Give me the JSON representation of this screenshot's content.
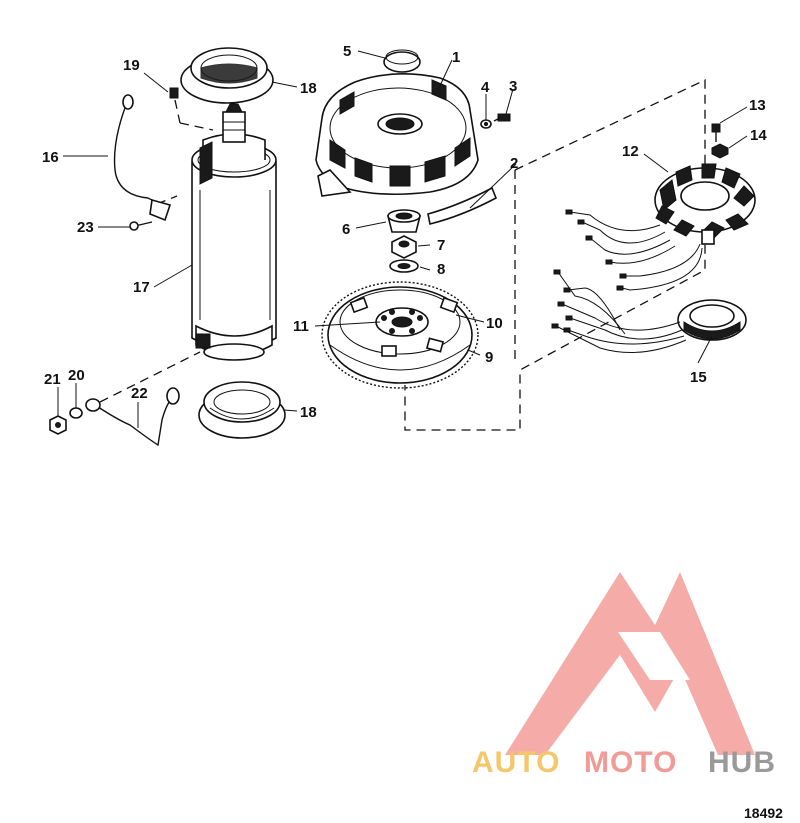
{
  "figure_number": "18492",
  "watermark": {
    "text_part1": "AUTO",
    "text_part2": "MOTO",
    "text_part3": "HUB",
    "color_part1": "#f5c76b",
    "color_part2": "#f29a96",
    "color_part3": "#9a9a9a",
    "logo_color": "#f4a3a0"
  },
  "callouts": [
    {
      "id": "c1",
      "label": "1"
    },
    {
      "id": "c2",
      "label": "2"
    },
    {
      "id": "c3",
      "label": "3"
    },
    {
      "id": "c4",
      "label": "4"
    },
    {
      "id": "c5",
      "label": "5"
    },
    {
      "id": "c6",
      "label": "6"
    },
    {
      "id": "c7",
      "label": "7"
    },
    {
      "id": "c8",
      "label": "8"
    },
    {
      "id": "c9",
      "label": "9"
    },
    {
      "id": "c10",
      "label": "10"
    },
    {
      "id": "c11",
      "label": "11"
    },
    {
      "id": "c12",
      "label": "12"
    },
    {
      "id": "c13",
      "label": "13"
    },
    {
      "id": "c14",
      "label": "14"
    },
    {
      "id": "c15",
      "label": "15"
    },
    {
      "id": "c16",
      "label": "16"
    },
    {
      "id": "c17",
      "label": "17"
    },
    {
      "id": "c18a",
      "label": "18"
    },
    {
      "id": "c18b",
      "label": "18"
    },
    {
      "id": "c19",
      "label": "19"
    },
    {
      "id": "c20",
      "label": "20"
    },
    {
      "id": "c21",
      "label": "21"
    },
    {
      "id": "c22",
      "label": "22"
    },
    {
      "id": "c23",
      "label": "23"
    }
  ]
}
